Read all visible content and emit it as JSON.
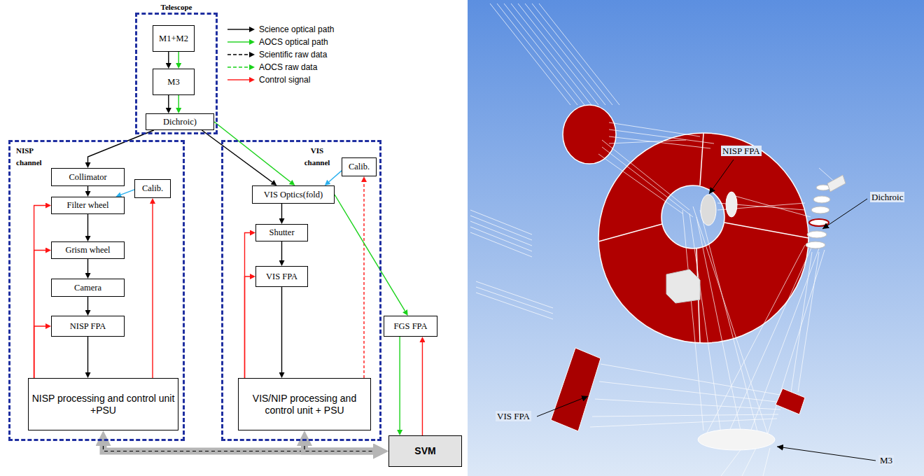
{
  "diagram": {
    "nodes": [
      {
        "text": [
          "Telescope"
        ]
      },
      {
        "text": [
          "M1+M2"
        ],
        "in": 0
      },
      {
        "text": [
          "M3"
        ],
        "in": 0
      },
      {
        "text": [
          "Dichroic)"
        ],
        "in": 0
      },
      {
        "text": [
          "NISP channel"
        ]
      },
      {
        "text": [
          "Collimator"
        ],
        "in": 4
      },
      {
        "text": [
          "Calib."
        ],
        "in": 4
      },
      {
        "text": [
          "Filter wheel"
        ],
        "in": 4
      },
      {
        "text": [
          "Grism wheel"
        ],
        "in": 4
      },
      {
        "text": [
          "Camera"
        ],
        "in": 4
      },
      {
        "text": [
          "NISP FPA"
        ],
        "in": 4
      },
      {
        "text": [
          "NISP processing and control unit +PSU"
        ],
        "in": 4
      },
      {
        "text": [
          "VIS channel"
        ]
      },
      {
        "text": [
          "Calib."
        ],
        "in": 12
      },
      {
        "text": [
          "VIS Optics(fold)"
        ],
        "in": 12
      },
      {
        "text": [
          "Shutter"
        ],
        "in": 12
      },
      {
        "text": [
          "VIS FPA"
        ],
        "in": 12
      },
      {
        "text": [
          "VIS/NIP processing and control unit + PSU"
        ],
        "in": 12
      },
      {
        "text": [
          "FGS FPA"
        ]
      },
      {
        "text": [
          "SVM"
        ]
      }
    ],
    "edges": [
      {
        "from": 1,
        "to": 2,
        "arrow": "to"
      },
      {
        "from": 1,
        "to": 2,
        "arrow": "to"
      },
      {
        "from": 2,
        "to": 3,
        "arrow": "to"
      },
      {
        "from": 2,
        "to": 3,
        "arrow": "to"
      },
      {
        "from": 3,
        "to": 5,
        "arrow": "to"
      },
      {
        "from": 3,
        "to": 14,
        "arrow": "to"
      },
      {
        "from": 3,
        "to": 14,
        "arrow": "to"
      },
      {
        "from": 5,
        "to": 7,
        "arrow": "to"
      },
      {
        "from": 6,
        "to": 7,
        "arrow": "to"
      },
      {
        "from": 7,
        "to": 8,
        "arrow": "to"
      },
      {
        "from": 8,
        "to": 9,
        "arrow": "to"
      },
      {
        "from": 9,
        "to": 10,
        "arrow": "to"
      },
      {
        "from": 10,
        "to": 11,
        "arrow": "to"
      },
      {
        "from": 11,
        "to": 7,
        "arrow": "to"
      },
      {
        "from": 11,
        "to": 8,
        "arrow": "to"
      },
      {
        "from": 11,
        "to": 10,
        "arrow": "to"
      },
      {
        "from": 11,
        "to": 6,
        "arrow": "to"
      },
      {
        "from": 13,
        "to": 14,
        "arrow": "to"
      },
      {
        "from": 14,
        "to": 15,
        "arrow": "to"
      },
      {
        "from": 15,
        "to": 16,
        "arrow": "to"
      },
      {
        "from": 16,
        "to": 17,
        "arrow": "to"
      },
      {
        "from": 17,
        "to": 15,
        "arrow": "to"
      },
      {
        "from": 17,
        "to": 16,
        "arrow": "to"
      },
      {
        "from": 17,
        "to": 13,
        "arrow": "to"
      },
      {
        "from": 14,
        "to": 18,
        "arrow": "to"
      },
      {
        "from": 18,
        "to": 19,
        "arrow": "to"
      },
      {
        "from": 19,
        "to": 18,
        "arrow": "to"
      },
      {
        "from": 11,
        "to": 19,
        "arrow": "both"
      },
      {
        "from": 17,
        "to": 19,
        "arrow": "both"
      }
    ],
    "labels": [
      "NISP FPA",
      "Dichroic",
      "VIS FPA",
      "M3"
    ],
    "legend": [
      {
        "text": "Science optical path"
      },
      {
        "text": "AOCS optical path"
      },
      {
        "text": "Scientific raw data"
      },
      {
        "text": "AOCS raw data"
      },
      {
        "text": "Control signal"
      }
    ]
  }
}
